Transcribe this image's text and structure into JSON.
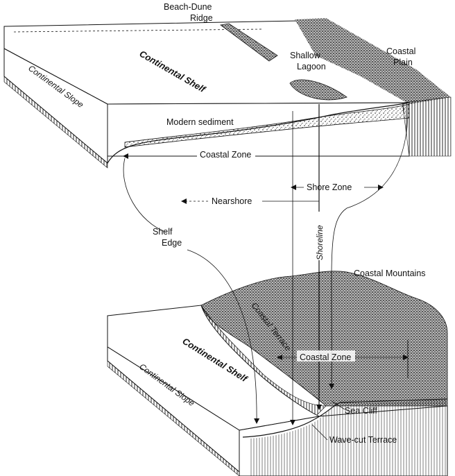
{
  "labels": {
    "beach_dune": "Beach-Dune",
    "ridge": "Ridge",
    "shallow": "Shallow",
    "lagoon": "Lagoon",
    "coastal": "Coastal",
    "plain": "Plain",
    "continental_shelf_top": "Continental Shelf",
    "continental_slope_top": "Continental Slope",
    "modern_sediment": "Modern sediment",
    "coastal_zone_top": "Coastal Zone",
    "shore_zone": "Shore Zone",
    "nearshore": "Nearshore",
    "shelf": "Shelf",
    "edge": "Edge",
    "shoreline": "Shoreline",
    "coastal_mountains": "Coastal Mountains",
    "coastal_terrace": "Coastal Terrace",
    "coastal_zone_bottom": "Coastal Zone",
    "continental_shelf_bottom": "Continental Shelf",
    "continental_slope_bottom": "Continental Slope",
    "sea_cliff": "Sea Cliff",
    "wave_cut_terrace": "Wave-cut Terrace"
  }
}
